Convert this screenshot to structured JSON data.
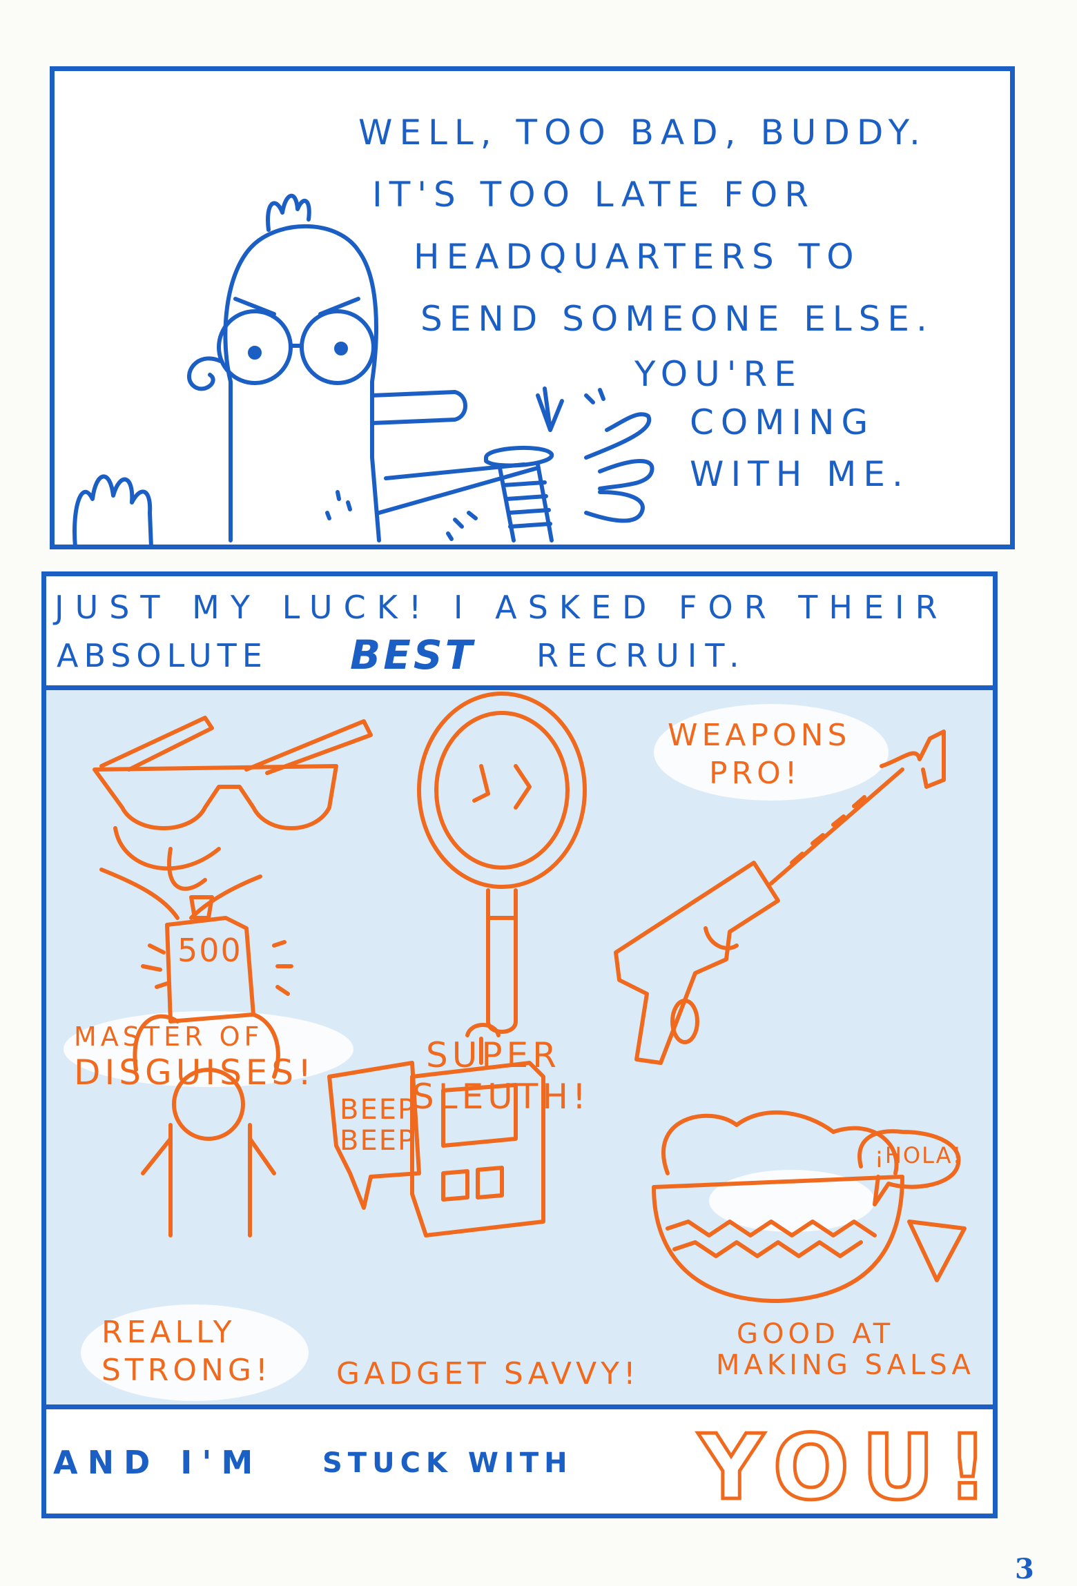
{
  "panel1": {
    "speech": [
      "WELL, TOO BAD, BUDDY.",
      "IT'S TOO LATE FOR",
      "HEADQUARTERS TO",
      "SEND SOMEONE ELSE.",
      "YOU'RE",
      "COMING",
      "WITH ME."
    ]
  },
  "panel2": {
    "caption_line1": "JUST MY LUCK! I ASKED FOR THEIR",
    "caption_line2_a": "ABSOLUTE",
    "caption_line2_b": "BEST",
    "caption_line2_c": "RECRUIT.",
    "labels": {
      "disguises": [
        "MASTER OF",
        "DISGUISES!"
      ],
      "sleuth": [
        "SUPER",
        "SLEUTH!"
      ],
      "weapons": [
        "WEAPONS",
        "PRO!"
      ],
      "strong": [
        "REALLY",
        "STRONG!"
      ],
      "gadget": "GADGET SAVVY!",
      "salsa": [
        "GOOD AT",
        "MAKING SALSA"
      ],
      "weight": "500",
      "beep": [
        "BEEP",
        "BEEP"
      ],
      "hola": "¡HOLA!"
    },
    "bottom_a": "AND I'M",
    "bottom_b": "STUCK WITH",
    "bottom_you": "YOU!"
  },
  "page_number": "3",
  "colors": {
    "blue": "#1b5fc4",
    "orange": "#ef6a1e",
    "light_blue": "#dbeaf7"
  }
}
